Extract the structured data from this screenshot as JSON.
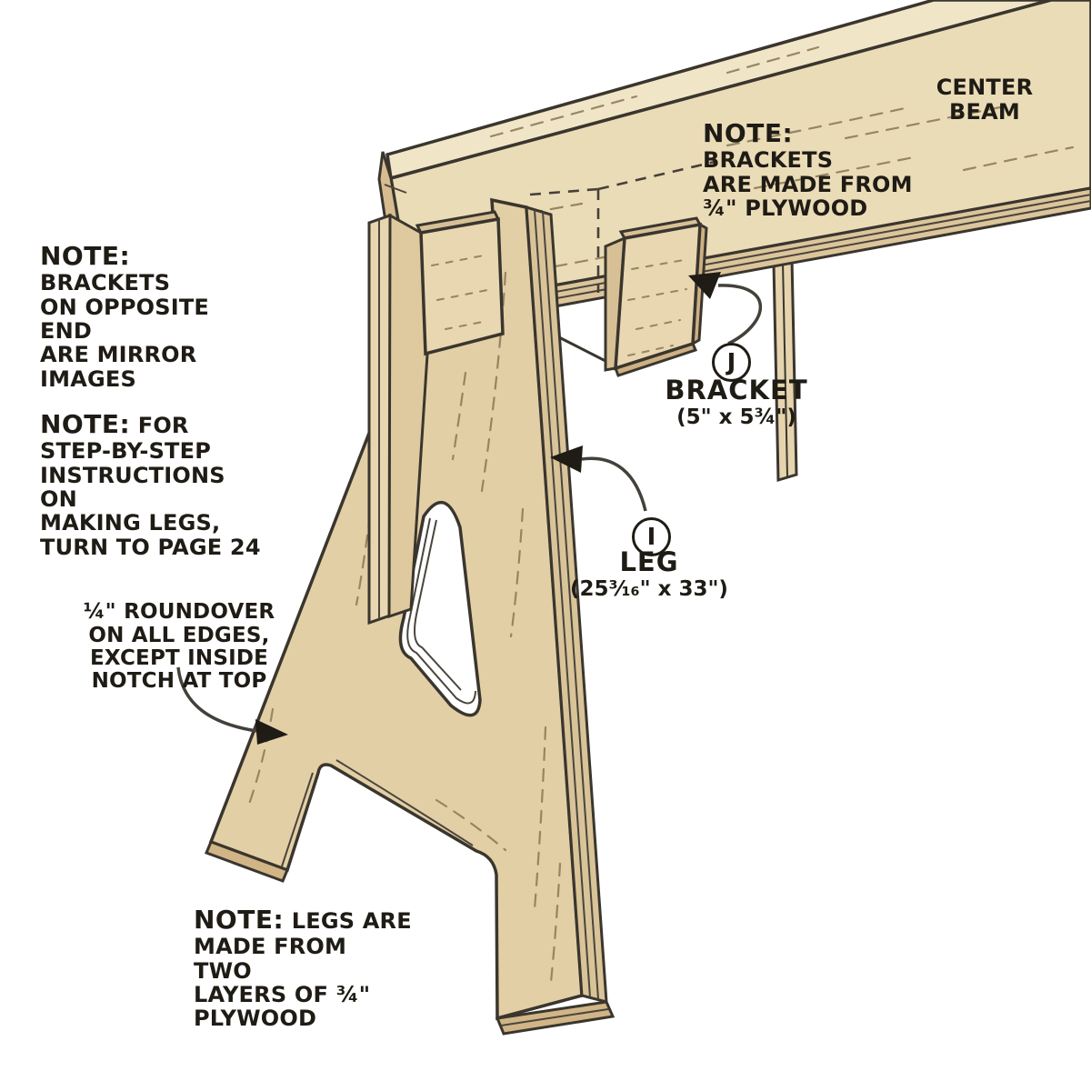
{
  "title": "Sawhorse center beam, bracket and leg assembly diagram",
  "labels": {
    "center_beam": "CENTER\nBEAM"
  },
  "notes": {
    "brackets_plywood": {
      "prefix": "NOTE:",
      "body": " BRACKETS\nARE MADE FROM\n¾\" PLYWOOD"
    },
    "mirror": {
      "prefix": "NOTE:",
      "body": " BRACKETS\nON OPPOSITE END\nARE MIRROR\nIMAGES"
    },
    "steps": {
      "prefix": "NOTE:",
      "body": " FOR\nSTEP-BY-STEP\nINSTRUCTIONS ON\nMAKING LEGS,\nTURN TO PAGE 24"
    },
    "roundover": {
      "body": "¼\" ROUNDOVER\nON ALL EDGES,\nEXCEPT INSIDE\nNOTCH AT TOP"
    },
    "legs": {
      "prefix": "NOTE:",
      "body": " LEGS ARE\nMADE FROM TWO\nLAYERS OF ¾\"\nPLYWOOD"
    }
  },
  "callouts": {
    "bracket": {
      "letter": "J",
      "name": "BRACKET",
      "size": "(5\" x 5¾\")"
    },
    "leg": {
      "letter": "I",
      "name": "LEG",
      "size": "(25³⁄₁₆\" x 33\")"
    }
  },
  "colors": {
    "background": "#ffffff",
    "wood_face": "#e7d4ae",
    "wood_leg": "#e3cfa6",
    "wood_top": "#f1e5c8",
    "wood_edge_strip": "#dcc59b",
    "wood_end_grain": "#d3b789",
    "outline": "#3a362e",
    "grain": "#8f7c5a",
    "text": "#1f1b15"
  }
}
